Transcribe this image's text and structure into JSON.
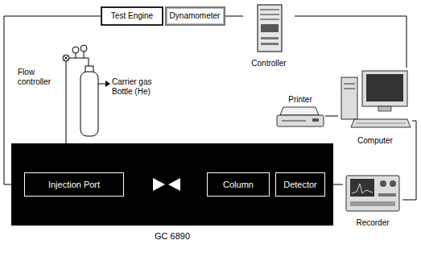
{
  "diagram": {
    "nodes": [
      {
        "text": [
          "Test Engine"
        ]
      },
      {
        "text": [
          "Dynamometer"
        ]
      },
      {
        "text": [
          "Controller"
        ]
      },
      {
        "text": [
          "Printer"
        ]
      },
      {
        "text": [
          "Computer"
        ]
      },
      {
        "text": [
          "Recorder"
        ]
      },
      {
        "text": [
          "GC 6890"
        ]
      },
      {
        "text": [
          "Injection Port"
        ],
        "in": 6
      },
      {
        "text": [
          "Column"
        ],
        "in": 6
      },
      {
        "text": [
          "Detector"
        ],
        "in": 6
      }
    ],
    "edges": [
      {
        "from": 1,
        "to": 2,
        "arrow": "none"
      },
      {
        "from": 2,
        "to": 4,
        "arrow": "none"
      },
      {
        "from": 0,
        "to": 6,
        "arrow": "none"
      },
      {
        "from": 3,
        "to": 4,
        "arrow": "none"
      },
      {
        "from": 4,
        "to": 5,
        "arrow": "none"
      },
      {
        "from": 9,
        "to": 5,
        "arrow": "none"
      }
    ],
    "labels": [
      "Flow controller",
      "Carrier gas Bottle (He)"
    ]
  }
}
